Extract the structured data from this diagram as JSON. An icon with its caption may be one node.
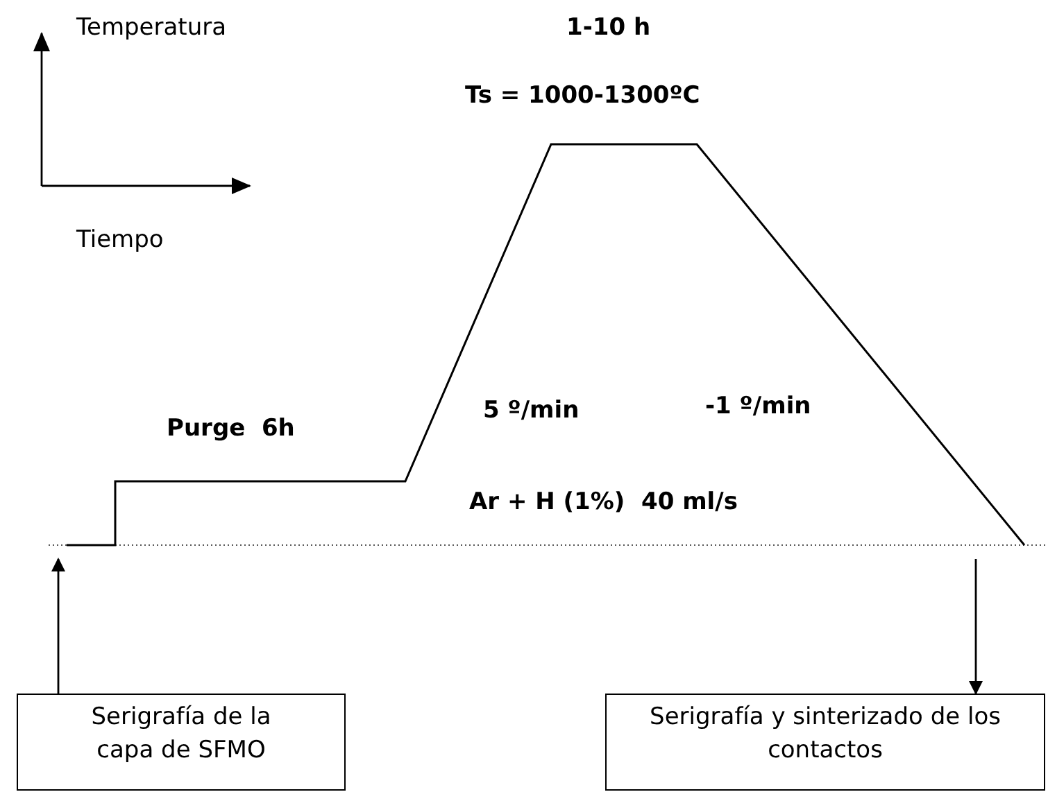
{
  "diagram": {
    "nodes": [
      {
        "text": [
          "Serigrafía de la capa de SFMO"
        ]
      },
      {
        "text": [
          "Serigrafía y sinterizado de los contactos"
        ]
      },
      {
        "text": [],
        "shape": "line"
      }
    ],
    "edges": [
      {
        "from": 0,
        "to": 2,
        "arrow": "to"
      },
      {
        "from": 2,
        "to": 1,
        "arrow": "to"
      }
    ],
    "labels": [
      "Temperatura",
      "1-10 h",
      "Ts = 1000-1300ºC",
      "Tiempo",
      "Purge  6h",
      "5 º/min",
      "-1 º/min",
      "Ar + H (1%)  40 ml/s"
    ]
  }
}
